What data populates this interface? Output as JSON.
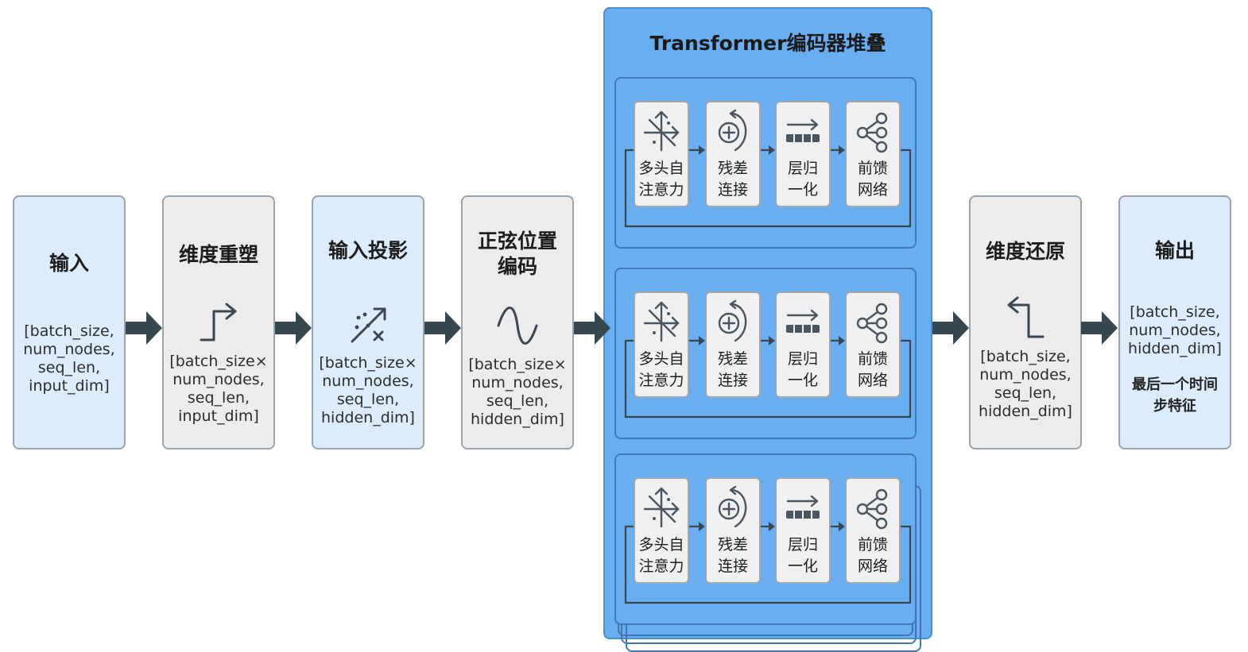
{
  "stages": [
    {
      "id": "input",
      "title": "输入",
      "shape": "[batch_size,\nnum_nodes,\nseq_len,\ninput_dim]",
      "note": ""
    },
    {
      "id": "reshape",
      "title": "维度重塑",
      "shape": "[batch_size×\nnum_nodes,\nseq_len,\ninput_dim]",
      "note": ""
    },
    {
      "id": "projection",
      "title": "输入投影",
      "shape": "[batch_size×\nnum_nodes,\nseq_len,\nhidden_dim]",
      "note": ""
    },
    {
      "id": "positional",
      "title": "正弦位置\n编码",
      "shape": "[batch_size×\nnum_nodes,\nseq_len,\nhidden_dim]",
      "note": ""
    },
    {
      "id": "restore",
      "title": "维度还原",
      "shape": "[batch_size,\nnum_nodes,\nseq_len,\nhidden_dim]",
      "note": ""
    },
    {
      "id": "output",
      "title": "输出",
      "shape": "[batch_size,\nnum_nodes,\nhidden_dim]",
      "note": "最后一个时间\n步特征"
    }
  ],
  "encoder": {
    "title": "Transformer编码器堆叠",
    "components": [
      {
        "id": "mhsa",
        "label": "多头自\n注意力",
        "icon": "attention-icon"
      },
      {
        "id": "residual",
        "label": "残差\n连接",
        "icon": "residual-plus-icon"
      },
      {
        "id": "layernorm",
        "label": "层归\n一化",
        "icon": "normalize-icon"
      },
      {
        "id": "ffn",
        "label": "前馈\n网络",
        "icon": "network-nodes-icon"
      }
    ]
  },
  "colors": {
    "blue_box": "#dcecfb",
    "gray_box": "#ececec",
    "encoder_bg": "#69aef0",
    "arrow": "#37474f"
  }
}
